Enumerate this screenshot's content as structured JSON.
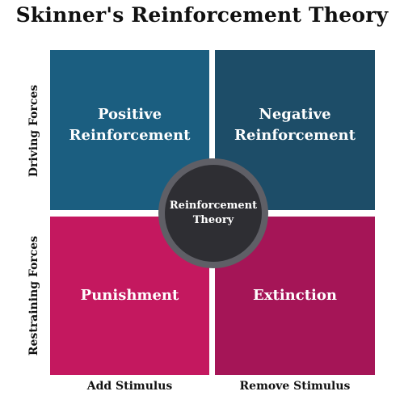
{
  "title": "Skinner's Reinforcement Theory",
  "quadrants": {
    "top_left": "Positive\nReinforcement",
    "top_right": "Negative\nReinforcement",
    "bottom_left": "Punishment",
    "bottom_right": "Extinction"
  },
  "center": "Reinforcement\nTheory",
  "axes": {
    "top_left_vertical": "Driving Forces",
    "bottom_left_vertical": "Restraining Forces",
    "bottom_left_horizontal": "Add Stimulus",
    "bottom_right_horizontal": "Remove Stimulus"
  },
  "colors": {
    "top_left": "#1b5e80",
    "top_right": "#1d4d68",
    "bottom_left": "#c4185f",
    "bottom_right": "#a51557",
    "center": "#2e2e33",
    "center_ring": "#5f5f66"
  }
}
